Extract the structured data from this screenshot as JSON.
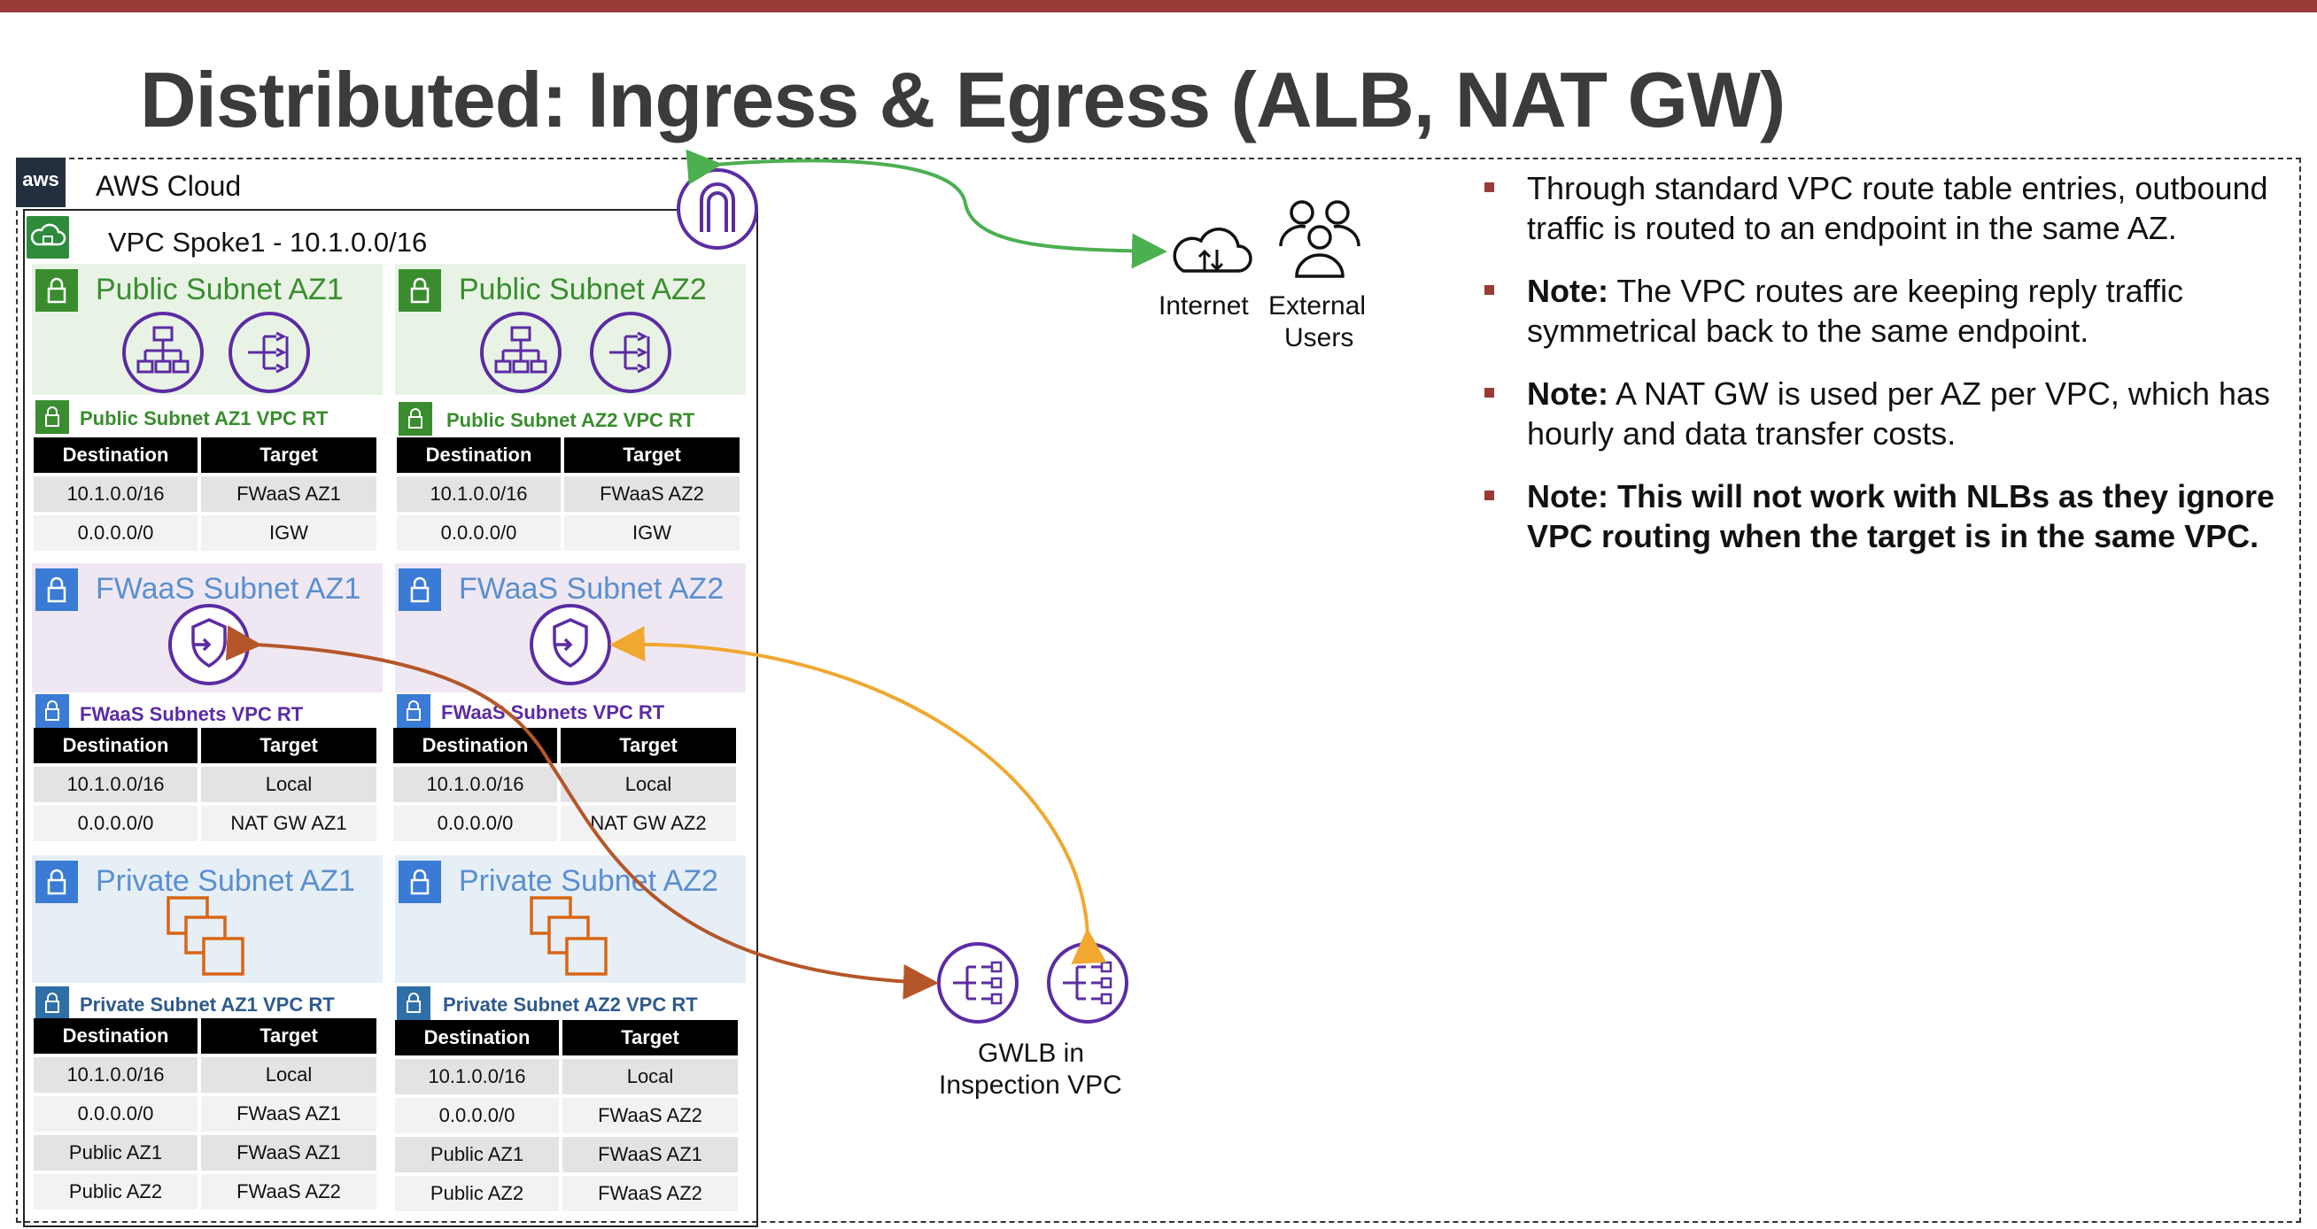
{
  "title": "Distributed: Ingress & Egress (ALB, NAT GW)",
  "aws": {
    "logo": "aws",
    "label": "AWS Cloud"
  },
  "vpc": {
    "label": "VPC Spoke1 - 10.1.0.0/16"
  },
  "subnets": {
    "public_az1": "Public Subnet AZ1",
    "public_az2": "Public Subnet AZ2",
    "fwaas_az1": "FWaaS Subnet AZ1",
    "fwaas_az2": "FWaaS Subnet AZ2",
    "private_az1": "Private Subnet AZ1",
    "private_az2": "Private Subnet AZ2"
  },
  "route_tables": {
    "public_az1": {
      "title": "Public Subnet AZ1 VPC RT",
      "headers": [
        "Destination",
        "Target"
      ],
      "rows": [
        [
          "10.1.0.0/16",
          "FWaaS AZ1"
        ],
        [
          "0.0.0.0/0",
          "IGW"
        ]
      ]
    },
    "public_az2": {
      "title": "Public Subnet AZ2 VPC RT",
      "headers": [
        "Destination",
        "Target"
      ],
      "rows": [
        [
          "10.1.0.0/16",
          "FWaaS AZ2"
        ],
        [
          "0.0.0.0/0",
          "IGW"
        ]
      ]
    },
    "fwaas_az1": {
      "title": "FWaaS Subnets VPC RT",
      "headers": [
        "Destination",
        "Target"
      ],
      "rows": [
        [
          "10.1.0.0/16",
          "Local"
        ],
        [
          "0.0.0.0/0",
          "NAT GW AZ1"
        ]
      ]
    },
    "fwaas_az2": {
      "title": "FWaaS Subnets VPC RT",
      "headers": [
        "Destination",
        "Target"
      ],
      "rows": [
        [
          "10.1.0.0/16",
          "Local"
        ],
        [
          "0.0.0.0/0",
          "NAT GW AZ2"
        ]
      ]
    },
    "private_az1": {
      "title": "Private Subnet AZ1 VPC RT",
      "headers": [
        "Destination",
        "Target"
      ],
      "rows": [
        [
          "10.1.0.0/16",
          "Local"
        ],
        [
          "0.0.0.0/0",
          "FWaaS AZ1"
        ],
        [
          "Public AZ1",
          "FWaaS AZ1"
        ],
        [
          "Public AZ2",
          "FWaaS AZ2"
        ]
      ]
    },
    "private_az2": {
      "title": "Private Subnet AZ2 VPC RT",
      "headers": [
        "Destination",
        "Target"
      ],
      "rows": [
        [
          "10.1.0.0/16",
          "Local"
        ],
        [
          "0.0.0.0/0",
          "FWaaS AZ2"
        ],
        [
          "Public AZ1",
          "FWaaS AZ1"
        ],
        [
          "Public AZ2",
          "FWaaS AZ2"
        ]
      ]
    }
  },
  "internet_label": "Internet",
  "users_label_line1": "External",
  "users_label_line2": "Users",
  "gwlb_label_line1": "GWLB in",
  "gwlb_label_line2": "Inspection VPC",
  "bullets": [
    {
      "bold": "",
      "text": "Through standard VPC route table entries, outbound traffic is routed to an endpoint in the same AZ."
    },
    {
      "bold": "Note:",
      "text": " The VPC routes are keeping reply traffic symmetrical back to the same endpoint."
    },
    {
      "bold": "Note:",
      "text": " A NAT GW is used per AZ per VPC, which has hourly and data transfer costs."
    },
    {
      "bold": "Note: This will not work with NLBs as they ignore VPC routing when the target is in the same VPC.",
      "text": ""
    }
  ],
  "colors": {
    "accent": "#9a3a37",
    "green_arrow": "#4caf50",
    "orange_arrow": "#f0a830",
    "brown_arrow": "#b5562a",
    "icon_purple": "#5b2ca3",
    "instance_orange": "#d86613"
  }
}
